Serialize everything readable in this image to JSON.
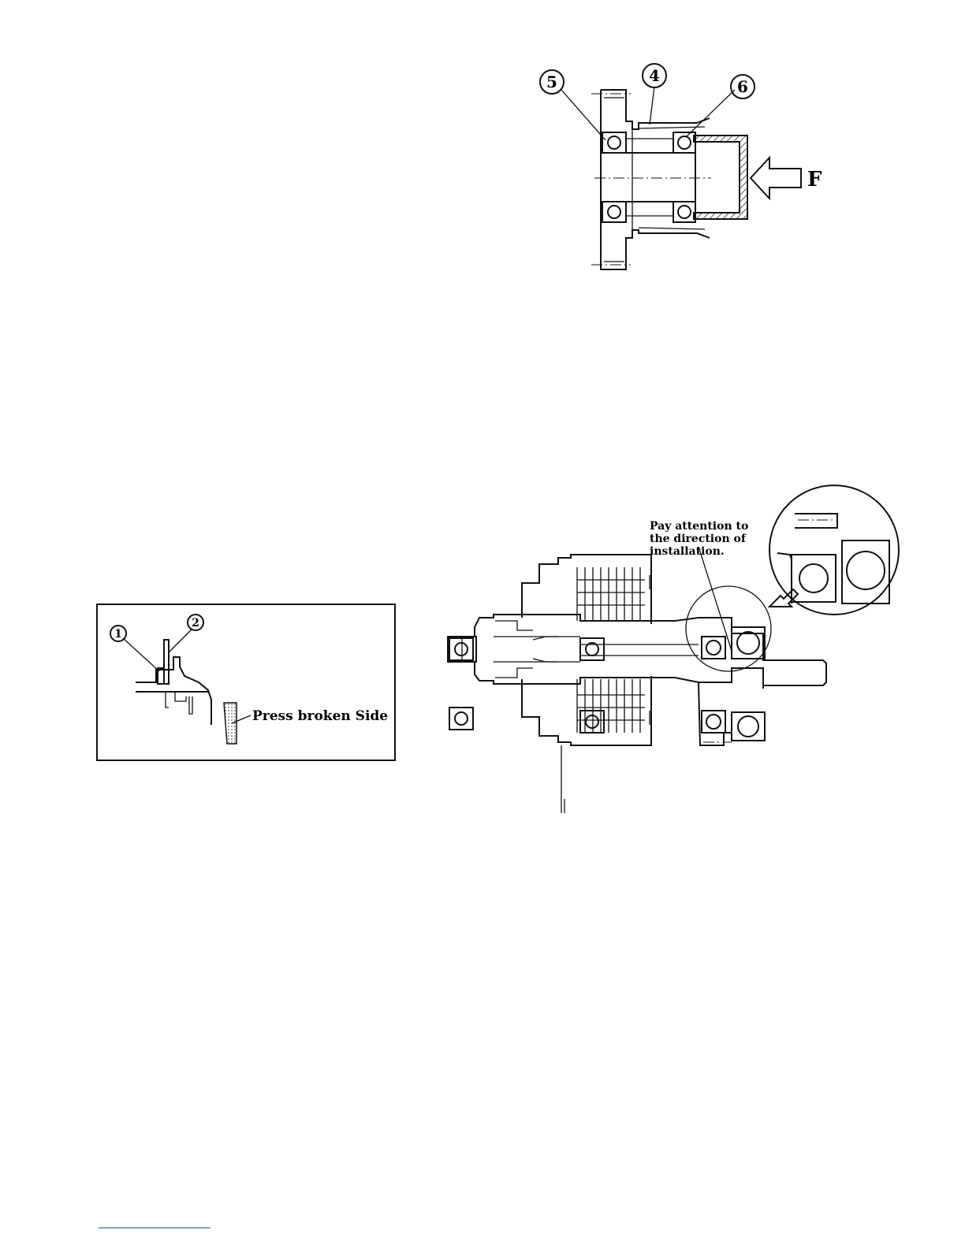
{
  "figures": {
    "bearing_press": {
      "callouts": [
        "5",
        "4",
        "6"
      ],
      "force_label": "F"
    },
    "press_side": {
      "callouts": [
        "1",
        "2"
      ],
      "note": "Press broken Side"
    },
    "shaft_assembly": {
      "note_lines": [
        "Pay attention to",
        "the direction of",
        "installation."
      ]
    }
  },
  "colors": {
    "line": "#111111",
    "footer_rule": "#2a3fb0"
  }
}
